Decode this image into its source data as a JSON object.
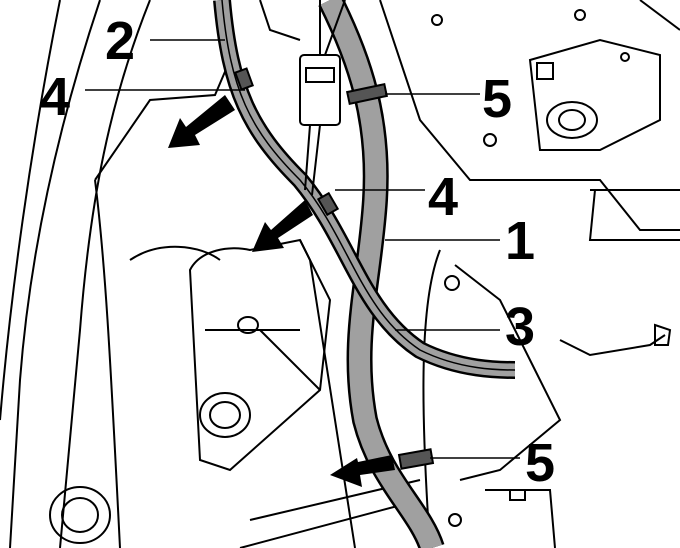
{
  "callouts": [
    {
      "id": "c2",
      "text": "2"
    },
    {
      "id": "c4a",
      "text": "4"
    },
    {
      "id": "c5a",
      "text": "5"
    },
    {
      "id": "c4b",
      "text": "4"
    },
    {
      "id": "c1",
      "text": "1"
    },
    {
      "id": "c3",
      "text": "3"
    },
    {
      "id": "c5b",
      "text": "5"
    }
  ],
  "colors": {
    "cable": "#a0a0a0",
    "line": "#000000",
    "background": "#ffffff"
  }
}
